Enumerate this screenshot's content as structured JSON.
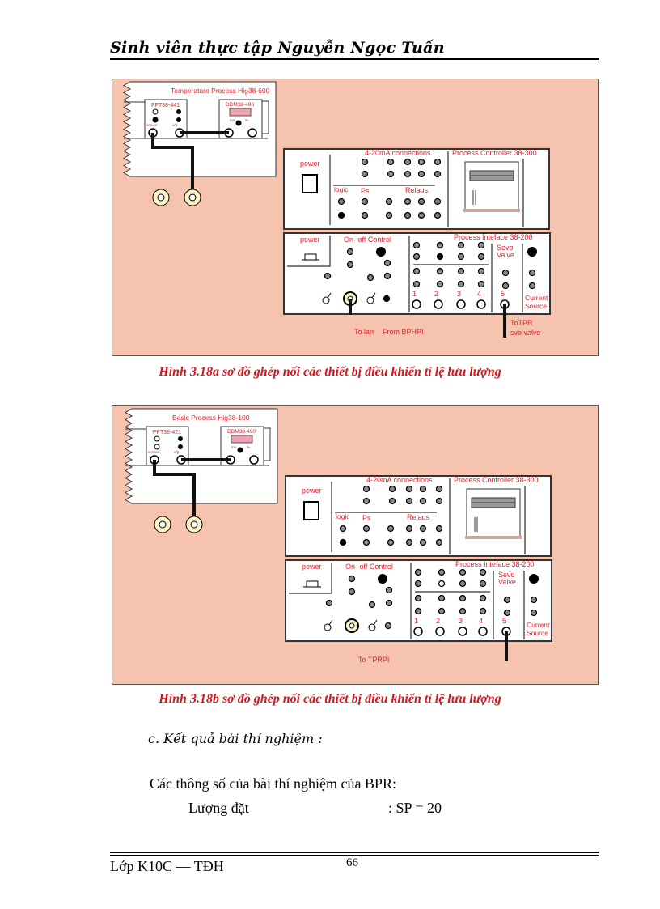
{
  "header": {
    "title": "Sinh viên thực tập Nguyễn Ngọc Tuấn"
  },
  "figures": [
    {
      "inset_title": "Temperature Process Hig38-600",
      "module_left": "PFT38-441",
      "module_right": "DDM38-490",
      "sensor_label": "sensor",
      "out_label": "o/p",
      "ma_label": "mA",
      "pct_label": "%",
      "power_label": "power",
      "connections_label": "4-20mA connections",
      "controller_label": "Process Controller 38-300",
      "logic_label": "logic",
      "ps_label": "Ps",
      "relays_label": "Relaus",
      "onoff_label": "On- off Control",
      "interface_label": "Process Inteface 38-200",
      "servo_label": [
        "Sevo",
        "Valve"
      ],
      "current_label": [
        "Current",
        "Source"
      ],
      "port_numbers": [
        "1",
        "2",
        "3",
        "4",
        "5"
      ],
      "bottom_labels": [
        "To lan",
        "From BPHPI"
      ],
      "right_labels": [
        "ToTPR",
        "svo valve"
      ],
      "caption": "Hình 3.18a sơ đồ ghép nối các thiết bị điều khiển tỉ lệ lưu lượng"
    },
    {
      "inset_title": "Basic Process Hig38-100",
      "module_left": "PFT38-421",
      "module_right": "DDM38-490",
      "sensor_label": "sensor",
      "out_label": "o/p",
      "ma_label": "mA",
      "pct_label": "%",
      "power_label": "power",
      "connections_label": "4-20mA connections",
      "controller_label": "Process Controller 38-300",
      "logic_label": "logic",
      "ps_label": "Ps",
      "relays_label": "Relaus",
      "onoff_label": "On- off Control",
      "interface_label": "Process Inteface 38-200",
      "servo_label": [
        "Sevo",
        "Valve"
      ],
      "current_label": [
        "Current",
        "Source"
      ],
      "port_numbers": [
        "1",
        "2",
        "3",
        "4",
        "5"
      ],
      "bottom_labels": [
        "To TPRPI"
      ],
      "right_labels": [],
      "caption": "Hình 3.18b sơ đồ ghép nối các thiết bị điều khiển tỉ lệ lưu lượng"
    }
  ],
  "body": {
    "section": "c. Kết quả bài thí nghiệm :",
    "params_intro": "Các thông số của bài thí nghiệm  của BPR:",
    "param_name": "Lượng đặt",
    "param_value": ": SP = 20"
  },
  "footer": {
    "class": "Lớp K10C — TĐH",
    "page": "66"
  },
  "colors": {
    "diagram_bg": "#f5c3ae",
    "label_red": "#e3202a",
    "caption_red": "#d9141c"
  }
}
